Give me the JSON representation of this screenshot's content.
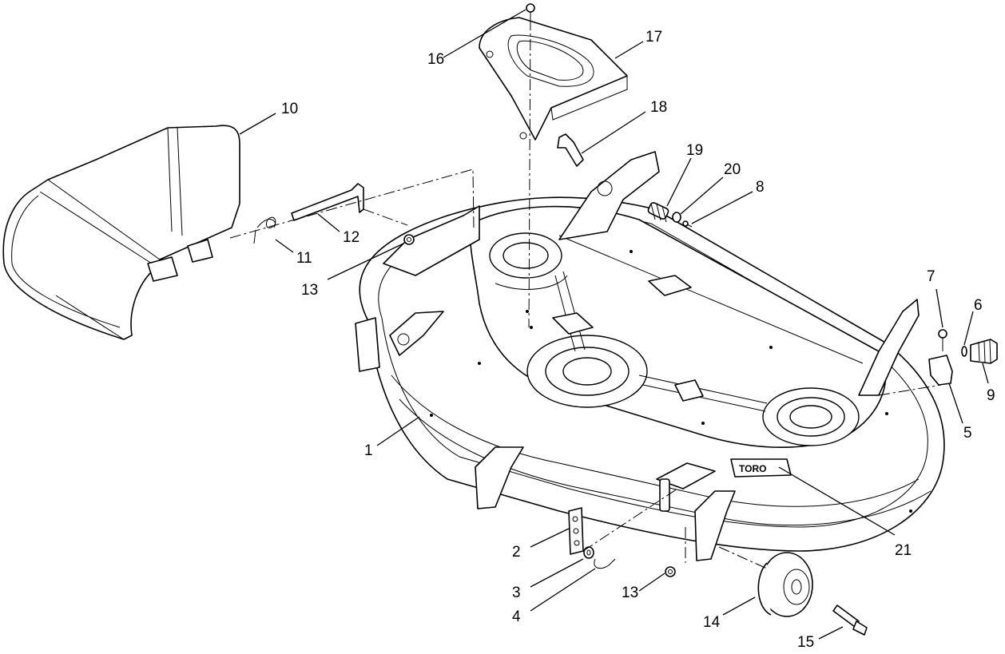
{
  "parts": [
    {
      "key": "deck",
      "number": "1"
    },
    {
      "key": "height-bracket",
      "number": "2"
    },
    {
      "key": "washer",
      "number": "3"
    },
    {
      "key": "hair-pin",
      "number": "4"
    },
    {
      "key": "elbow-fitting",
      "number": "5"
    },
    {
      "key": "o-ring",
      "number": "6"
    },
    {
      "key": "bolt-7",
      "number": "7"
    },
    {
      "key": "bolt-8",
      "number": "8"
    },
    {
      "key": "wash-port-cap",
      "number": "9"
    },
    {
      "key": "discharge-chute",
      "number": "10"
    },
    {
      "key": "torsion-spring",
      "number": "11"
    },
    {
      "key": "chute-rod",
      "number": "12"
    },
    {
      "key": "nut-13-upper",
      "number": "13"
    },
    {
      "key": "nut-13-lower",
      "number": "13"
    },
    {
      "key": "caster-wheel",
      "number": "14"
    },
    {
      "key": "wheel-bolt",
      "number": "15"
    },
    {
      "key": "bolt-16",
      "number": "16"
    },
    {
      "key": "belt-cover",
      "number": "17"
    },
    {
      "key": "rod-18",
      "number": "18"
    },
    {
      "key": "spring-19",
      "number": "19"
    },
    {
      "key": "washer-20",
      "number": "20"
    },
    {
      "key": "decal",
      "number": "21"
    }
  ],
  "decal_text": "TORO",
  "colors": {
    "line": "#000000",
    "background": "#ffffff"
  }
}
